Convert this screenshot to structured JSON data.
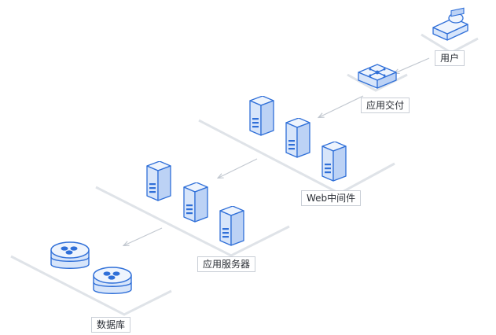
{
  "tiers": {
    "user": {
      "label": "用户"
    },
    "delivery": {
      "label": "应用交付"
    },
    "web": {
      "label": "Web中间件"
    },
    "app": {
      "label": "应用服务器"
    },
    "db": {
      "label": "数据库"
    }
  },
  "colors": {
    "stroke": "#2f6fd8",
    "face_light": "#eef4fd",
    "face_mid": "#d7e5fa",
    "face_dark": "#bcd2f5",
    "accent": "#2f6fd8",
    "platform": "#dfe3e8",
    "arrow": "#c2c8d0",
    "label_border": "#c9ced6"
  },
  "icons": {
    "user": "user-icon",
    "delivery": "load-balancer-icon",
    "server": "server-icon",
    "database": "database-icon"
  }
}
